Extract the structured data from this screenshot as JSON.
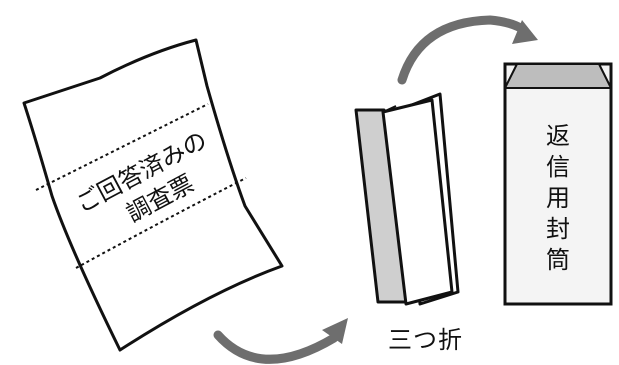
{
  "questionnaire": {
    "line1": "ご回答済みの",
    "line2": "調査票"
  },
  "fold_label": "三つ折",
  "envelope": {
    "characters": [
      "返",
      "信",
      "用",
      "封",
      "筒"
    ]
  },
  "colors": {
    "ink": "#111111",
    "arrow": "#6e6e6e",
    "paper": "#ffffff",
    "envelope_body": "#f4f4f4",
    "envelope_flap": "#bdbdbd",
    "folded_shadow": "#cfcfcf"
  },
  "icons": {
    "arrow_bottom": "curved-arrow-icon",
    "arrow_top": "curved-arrow-icon"
  }
}
